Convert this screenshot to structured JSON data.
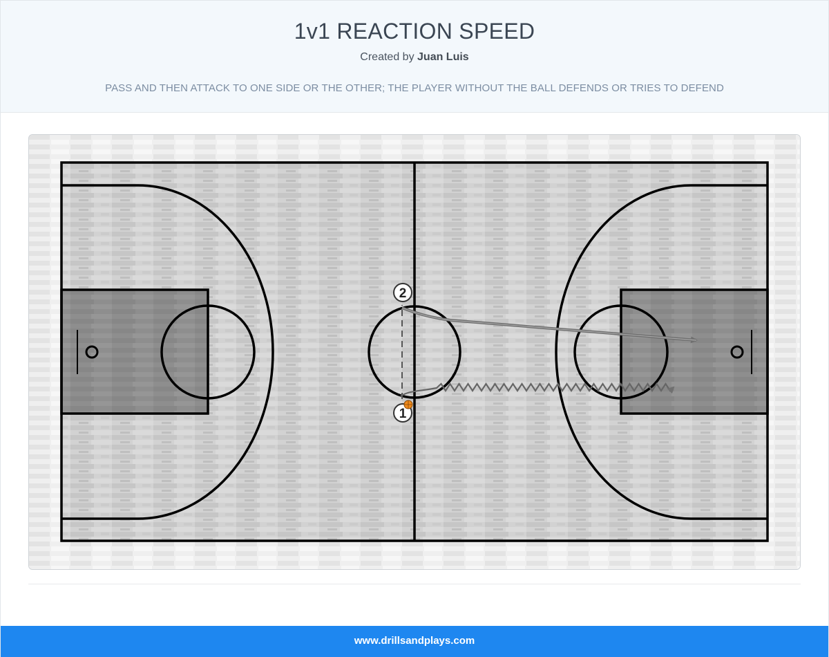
{
  "drill": {
    "title": "1v1 REACTION SPEED",
    "created_by_prefix": "Created by",
    "author": "Juan Luis",
    "description": "PASS AND THEN ATTACK TO ONE SIDE OR THE OTHER; THE PLAYER WITHOUT THE BALL DEFENDS OR TRIES TO DEFEND"
  },
  "diagram": {
    "players": [
      {
        "label": "1",
        "has_ball": true
      },
      {
        "label": "2",
        "has_ball": false
      }
    ],
    "icons": [
      "basketball-icon"
    ],
    "colors": {
      "court_light": "#cfcfcf",
      "paint": "#8f8f8f",
      "lines": "#000000",
      "movement_arrow": "#707070",
      "ball": "#f08a1c"
    }
  },
  "footer": {
    "site": "www.drillsandplays.com"
  }
}
